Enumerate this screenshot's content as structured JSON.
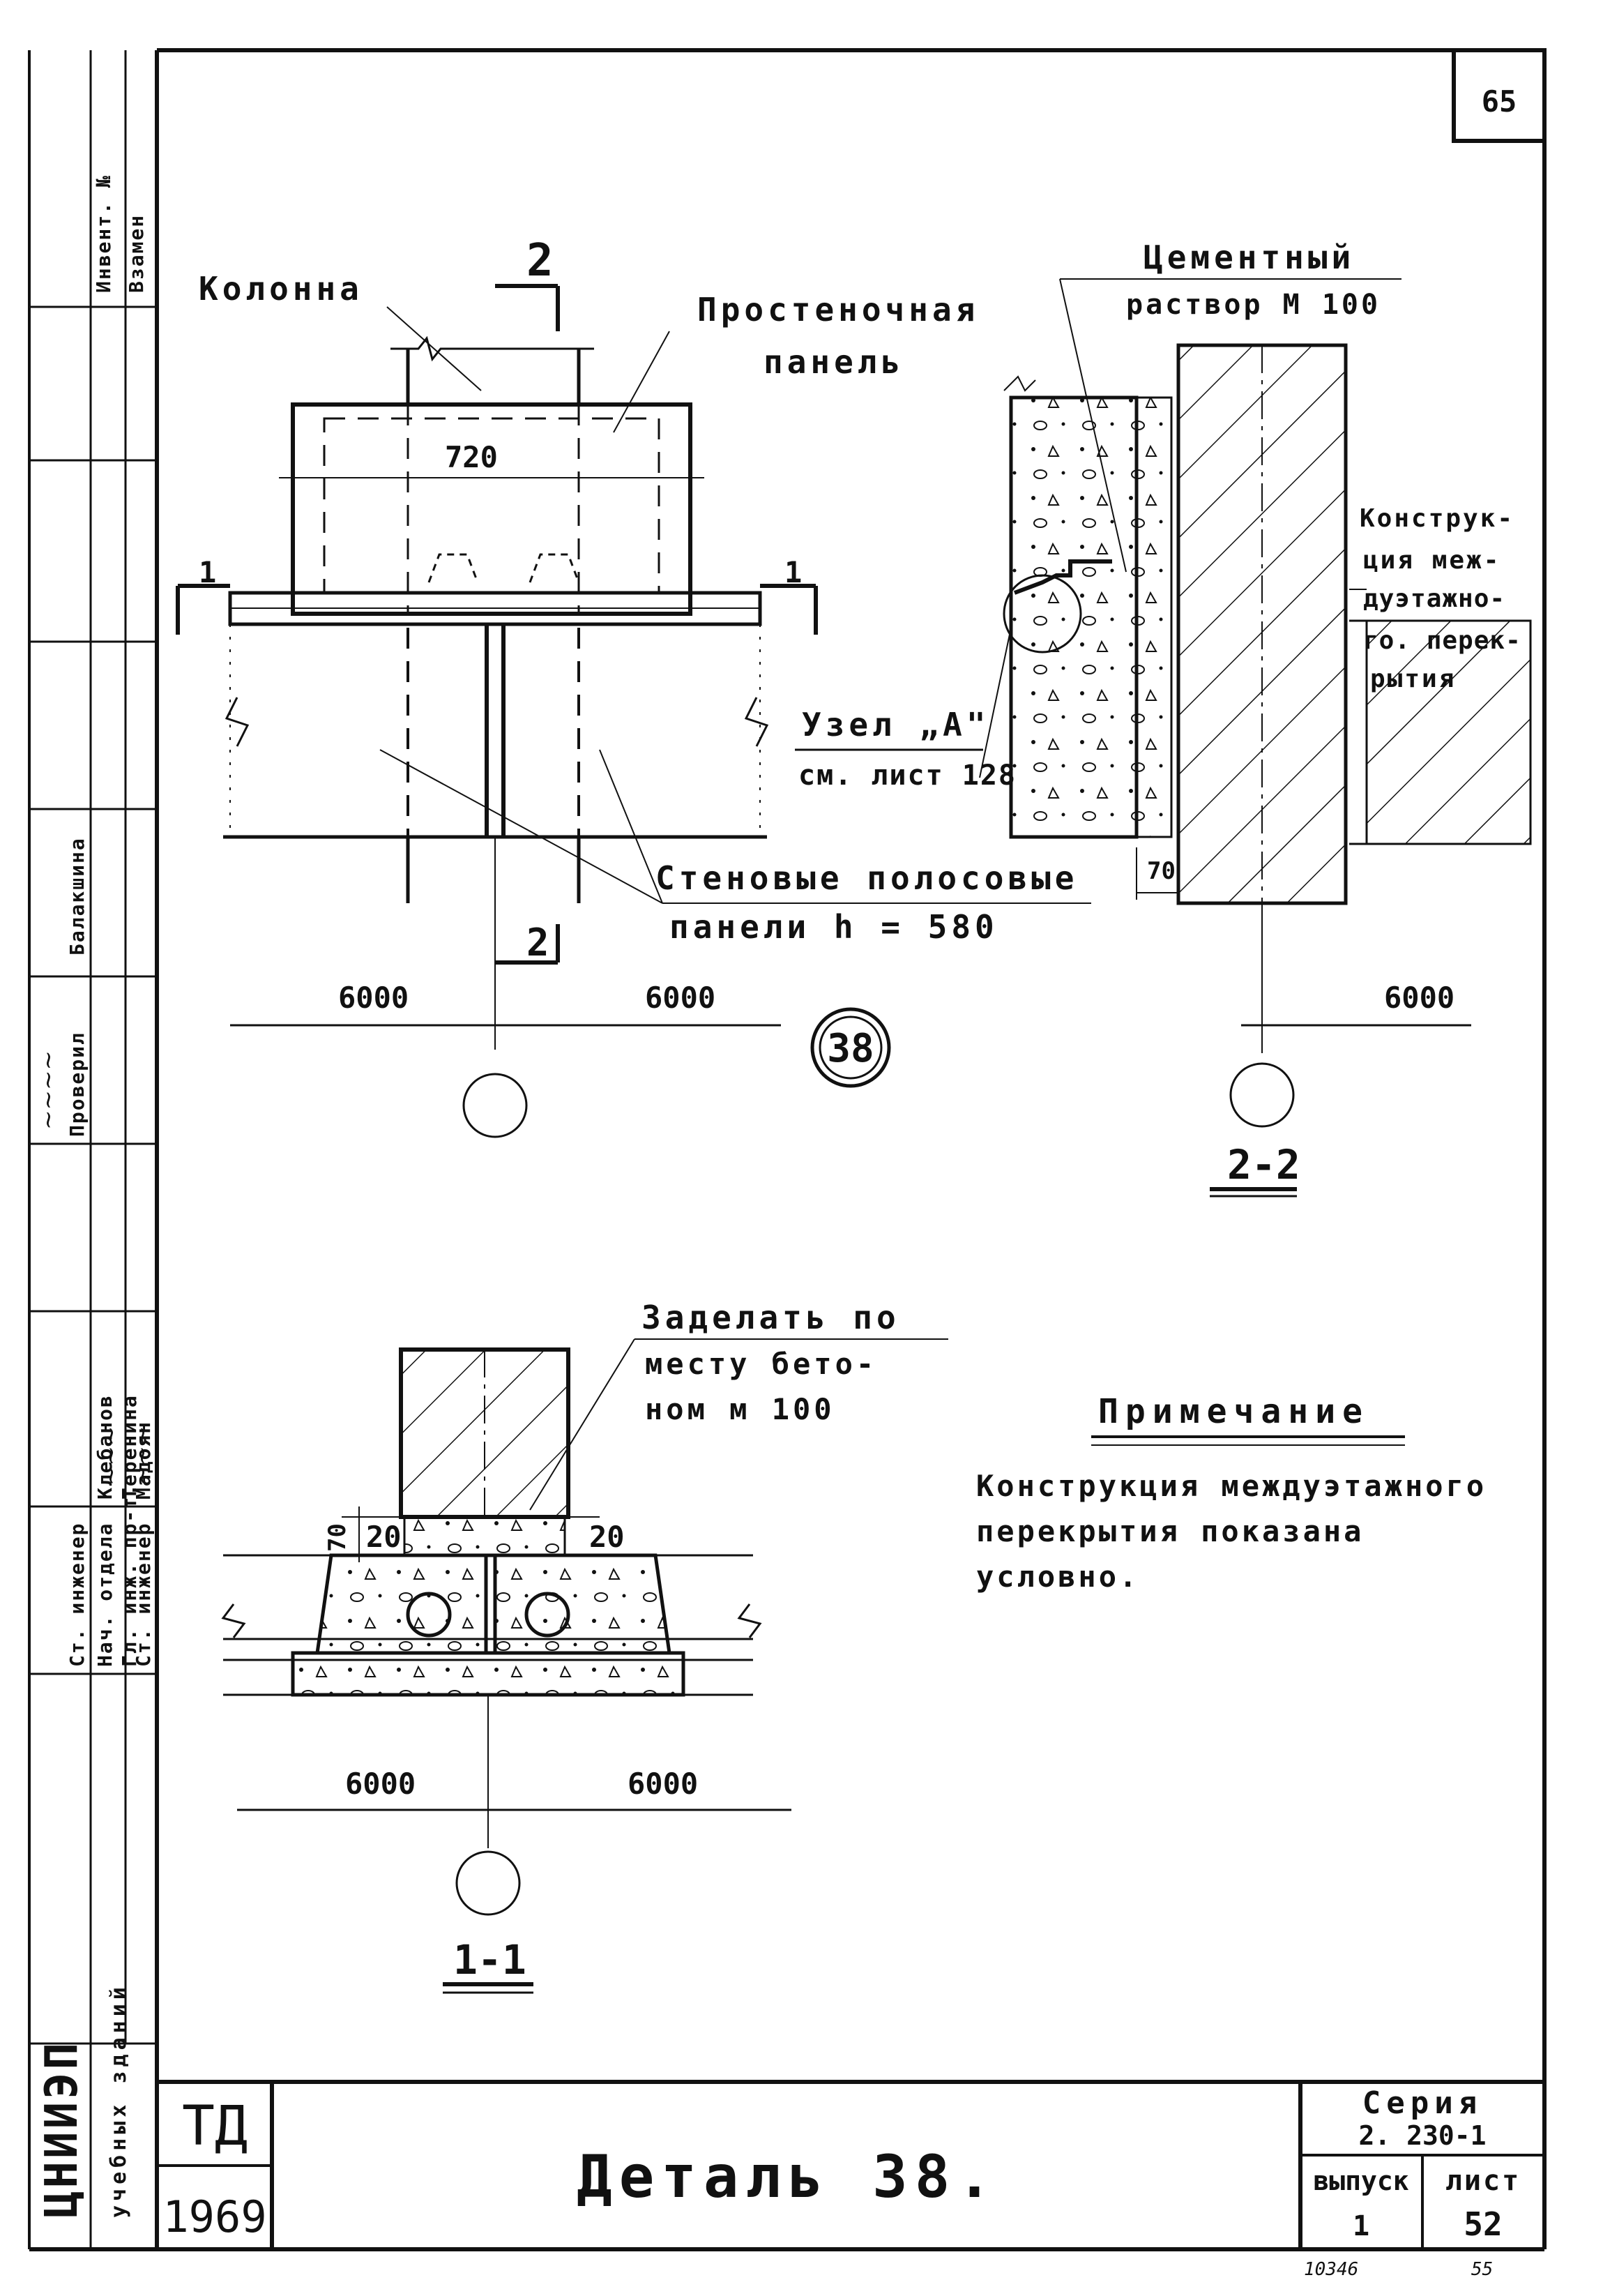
{
  "sheet": {
    "page_number": "65",
    "detail_marker": "38"
  },
  "plan": {
    "label_column": "Колонна",
    "label_panel_line1": "Простеночная",
    "label_panel_line2": "панель",
    "dim_720": "720",
    "section_1_left": "1",
    "section_1_right": "1",
    "section_2_top": "2",
    "section_2_bottom": "2",
    "label_strip_line1": "Стеновые полосовые",
    "label_strip_line2": "панели  h = 580",
    "dim_left": "6000",
    "dim_right": "6000"
  },
  "section_2_2": {
    "label_mortar_line1": "Цементный",
    "label_mortar_line2": "раствор М 100",
    "label_floor_line1": "Конструк-",
    "label_floor_line2": "ция меж-",
    "label_floor_line3": "дуэтажно-",
    "label_floor_line4": "го. перек-",
    "label_floor_line5": "рытия",
    "label_node_line1": "Узел „А\"",
    "label_node_line2": "см. лист 128",
    "dim_70": "70",
    "dim_6000": "6000",
    "title": "2-2"
  },
  "section_1_1": {
    "label_fill_line1": "Заделать по",
    "label_fill_line2": "месту бето-",
    "label_fill_line3": "ном м 100",
    "dim_70": "70",
    "dim_20_left": "20",
    "dim_20_right": "20",
    "dim_left": "6000",
    "dim_right": "6000",
    "title": "1-1"
  },
  "note": {
    "heading": "Примечание",
    "line1": "Конструкция междуэтажного",
    "line2": "перекрытия   показана",
    "line3": "условно."
  },
  "stamp": {
    "col_inv": "Инвент. №",
    "col_vzamen": "Взамен",
    "role1": "Нач. отдела",
    "role2": "Гл. инж. пр-т.",
    "role3": "Ст. инженер",
    "role4": "Ст. инженер",
    "name2": "Клебанов",
    "name3": "Теренина",
    "name4": "Мадоян",
    "check_label": "Проверил",
    "check_name": "Балакшина",
    "org_line1": "ЦНИИЭП",
    "org_line2": "учебных зданий"
  },
  "title_block": {
    "code": "ТД",
    "year": "1969",
    "title": "Деталь  38.",
    "series_label": "Серия",
    "series_value": "2. 230-1",
    "issue_label": "выпуск",
    "issue_value": "1",
    "sheet_label": "лист",
    "sheet_value": "52",
    "under_left": "10346",
    "under_right": "55"
  }
}
